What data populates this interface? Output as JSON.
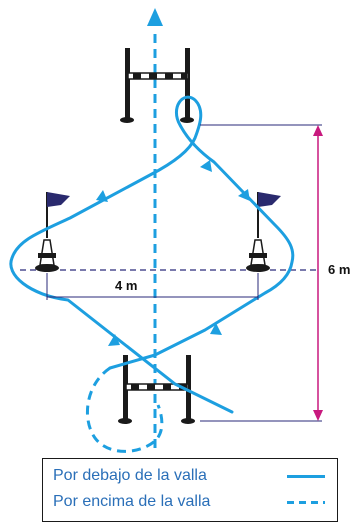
{
  "dimensions": {
    "height_label": "6 m",
    "width_label": "4 m"
  },
  "legend": {
    "under_label": "Por debajo de la valla",
    "over_label": "Por encima de la valla"
  },
  "colors": {
    "path": "#1d9fe0",
    "dimension_line": "#c8197e",
    "center_line": "#2a2a7a",
    "flag": "#2a2a6e",
    "pole": "#1a1a1a"
  }
}
